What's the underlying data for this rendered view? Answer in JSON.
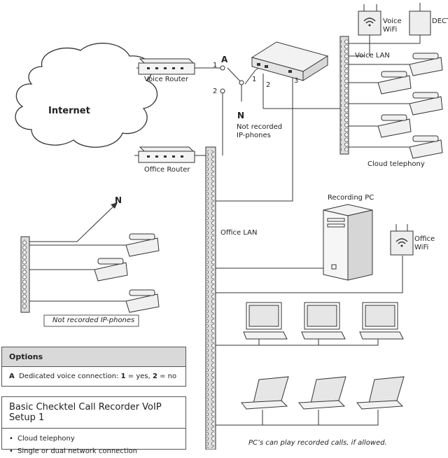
{
  "labels": {
    "internet": "Internet",
    "voice_router": "Voice Router",
    "office_router": "Office Router",
    "switch_a": "A",
    "port_1": "1",
    "port_2": "2",
    "n_top": "N",
    "not_recorded_top": "Not recorded\nIP-phones",
    "box_port_1": "1",
    "box_port_2": "2",
    "box_port_3": "3",
    "voice_wifi": "Voice\nWiFi",
    "dect": "DECT",
    "voice_lan": "Voice LAN",
    "cloud_telephony": "Cloud telephony",
    "recording_pc": "Recording PC",
    "office_wifi": "Office\nWiFi",
    "office_lan": "Office LAN",
    "n_left": "N",
    "not_recorded_left": "Not recorded IP-phones",
    "pcs_caption": "PC’s can play recorded calls, if allowed."
  },
  "options": {
    "header": "Options",
    "key": "A",
    "text_pre": "Dedicated voice connection: ",
    "v1": "1",
    "mid": " = yes, ",
    "v2": "2",
    "post": " = no"
  },
  "setup": {
    "title": "Basic Checktel Call Recorder VoIP Setup 1",
    "items": [
      "Cloud telephony",
      "Single or dual network connection"
    ]
  }
}
